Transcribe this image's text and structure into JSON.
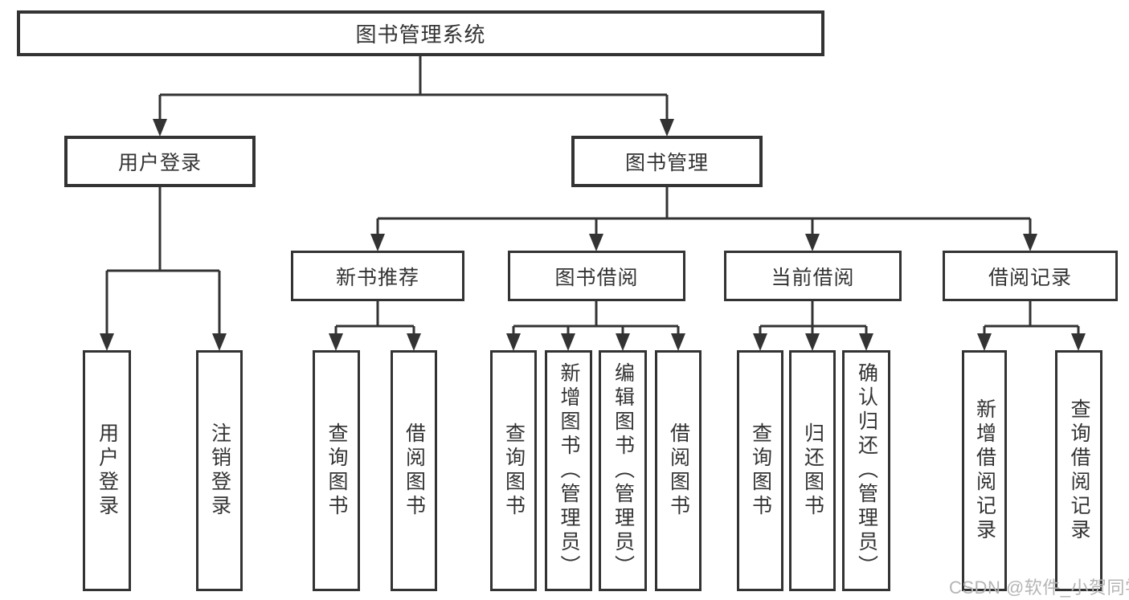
{
  "diagram_title": "图书管理系统",
  "colors": {
    "line": "#333333",
    "text": "#333333",
    "box_fill": "#ffffff",
    "background": "#ffffff",
    "watermark": "#b5b5b5"
  },
  "tree": {
    "root": {
      "label": "图书管理系统",
      "children": [
        {
          "label": "用户登录",
          "children": [
            {
              "label": "用户登录"
            },
            {
              "label": "注销登录"
            }
          ]
        },
        {
          "label": "图书管理",
          "children": [
            {
              "label": "新书推荐",
              "children": [
                {
                  "label": "查询图书"
                },
                {
                  "label": "借阅图书"
                }
              ]
            },
            {
              "label": "图书借阅",
              "children": [
                {
                  "label": "查询图书"
                },
                {
                  "label": "新增图书（管理员）"
                },
                {
                  "label": "编辑图书（管理员）"
                },
                {
                  "label": "借阅图书"
                }
              ]
            },
            {
              "label": "当前借阅",
              "children": [
                {
                  "label": "查询图书"
                },
                {
                  "label": "归还图书"
                },
                {
                  "label": "确认归还（管理员）"
                }
              ]
            },
            {
              "label": "借阅记录",
              "children": [
                {
                  "label": "新增借阅记录"
                },
                {
                  "label": "查询借阅记录"
                }
              ]
            }
          ]
        }
      ]
    }
  },
  "watermark": "CSDN @软件_小贺同学"
}
